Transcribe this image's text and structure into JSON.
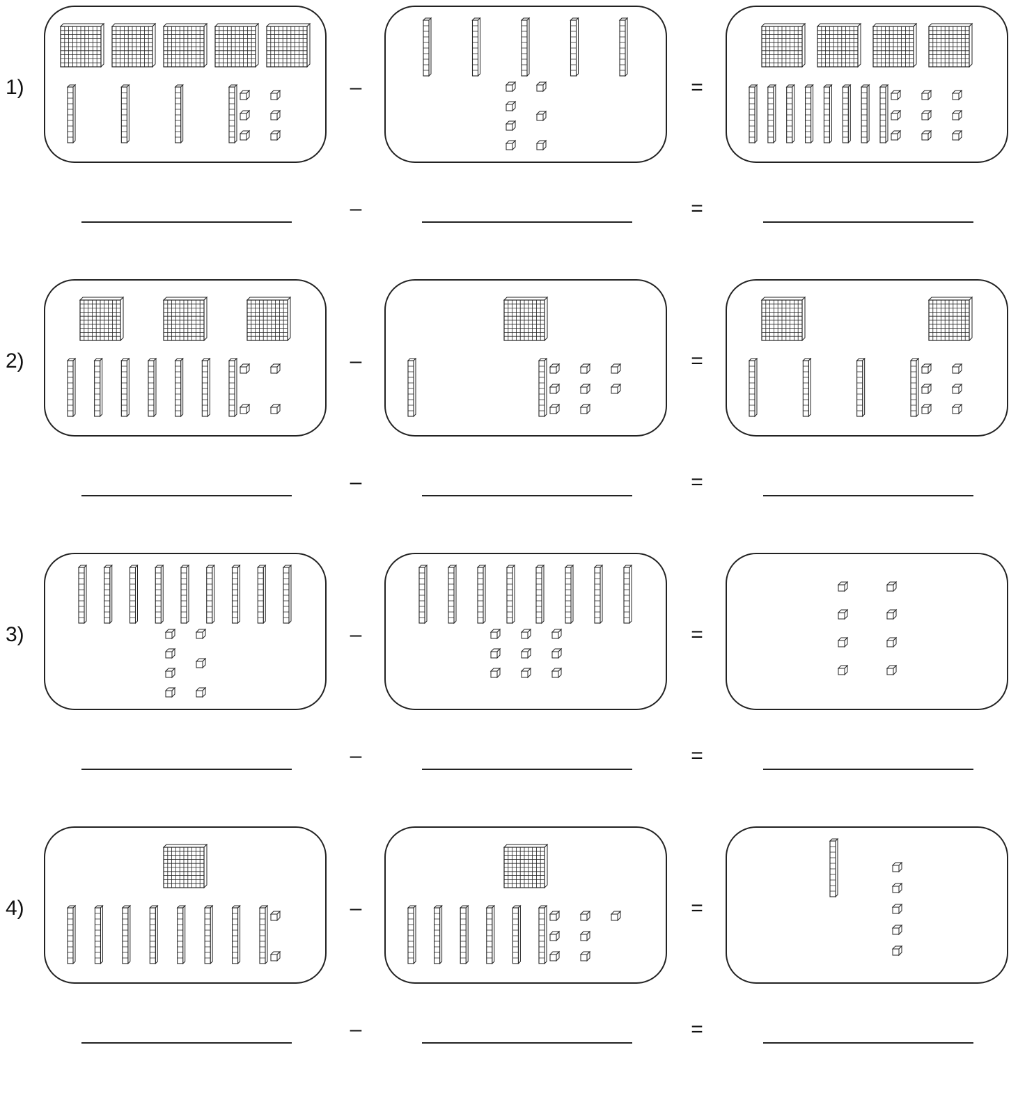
{
  "worksheet": {
    "operators": {
      "minus": "–",
      "equals": "="
    },
    "problems": [
      {
        "number": "1)",
        "minuend": {
          "hundreds": 5,
          "tens": 4,
          "ones": 6
        },
        "subtrahend": {
          "hundreds": 0,
          "tens": 5,
          "ones": 7
        },
        "difference": {
          "hundreds": 4,
          "tens": 8,
          "ones": 9
        }
      },
      {
        "number": "2)",
        "minuend": {
          "hundreds": 3,
          "tens": 7,
          "ones": 4
        },
        "subtrahend": {
          "hundreds": 1,
          "tens": 2,
          "ones": 8
        },
        "difference": {
          "hundreds": 2,
          "tens": 4,
          "ones": 6
        }
      },
      {
        "number": "3)",
        "minuend": {
          "hundreds": 0,
          "tens": 9,
          "ones": 7
        },
        "subtrahend": {
          "hundreds": 0,
          "tens": 8,
          "ones": 9
        },
        "difference": {
          "hundreds": 0,
          "tens": 0,
          "ones": 8
        }
      },
      {
        "number": "4)",
        "minuend": {
          "hundreds": 1,
          "tens": 8,
          "ones": 2
        },
        "subtrahend": {
          "hundreds": 1,
          "tens": 6,
          "ones": 7
        },
        "difference": {
          "hundreds": 0,
          "tens": 1,
          "ones": 5
        }
      }
    ]
  }
}
